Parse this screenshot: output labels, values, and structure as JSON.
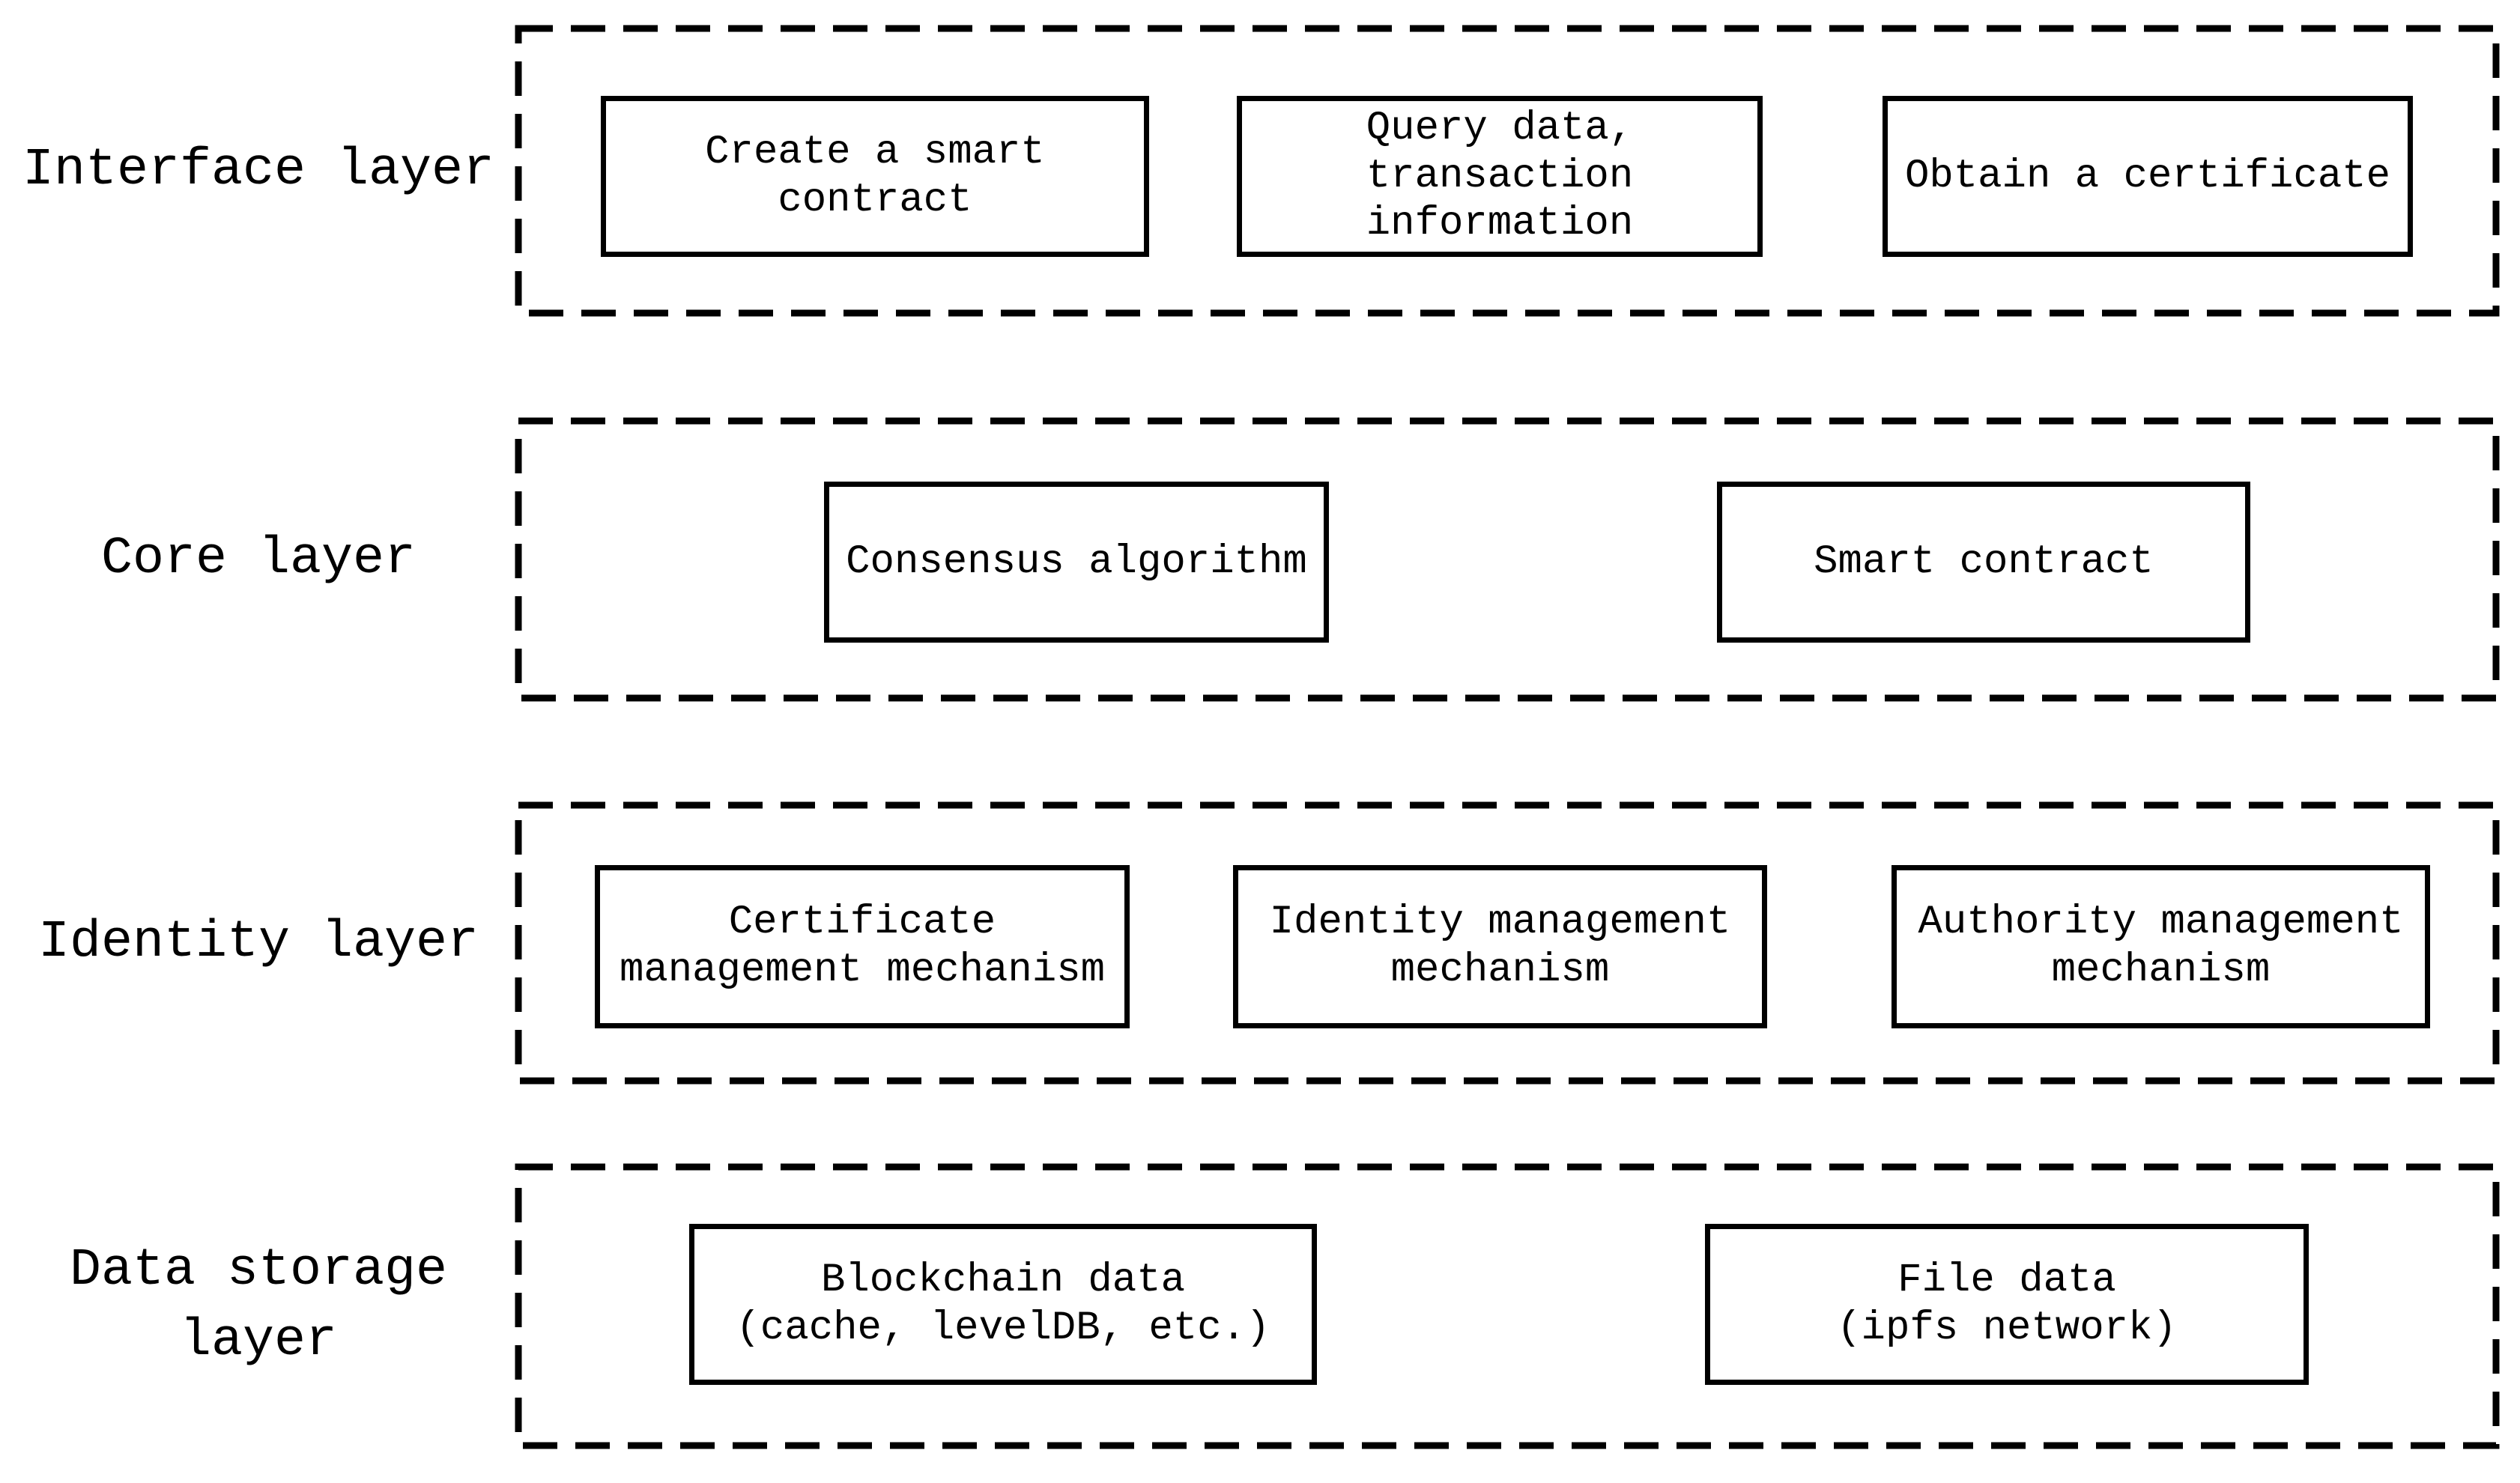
{
  "diagram": {
    "title": "",
    "background_color": "#ffffff",
    "line_color": "#000000",
    "layers": [
      {
        "label": "Interface layer",
        "boxes": [
          "Create a smart\ncontract",
          "Query data,\ntransaction\ninformation",
          "Obtain a certificate"
        ]
      },
      {
        "label": "Core layer",
        "boxes": [
          "Consensus algorithm",
          "Smart contract"
        ]
      },
      {
        "label": "Identity layer",
        "boxes": [
          "Certificate\nmanagement mechanism",
          "Identity management\nmechanism",
          "Authority management\nmechanism"
        ]
      },
      {
        "label": "Data storage layer",
        "boxes": [
          "Blockchain data\n(cache, levelDB, etc.)",
          "File data\n(ipfs network)"
        ]
      }
    ]
  }
}
